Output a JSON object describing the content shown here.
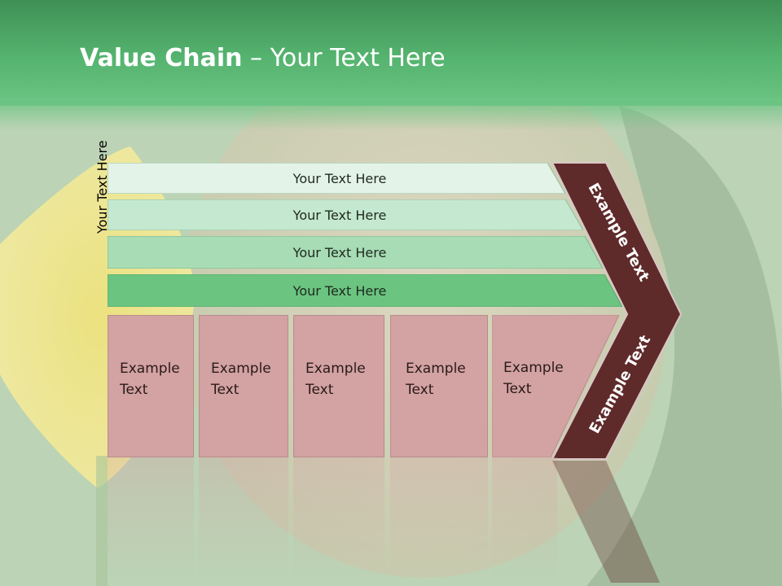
{
  "title": {
    "bold": "Value Chain",
    "rest": " – Your Text Here"
  },
  "side_label": "Your Text Here",
  "bars": [
    {
      "label": "Your Text Here",
      "color": "#e4f3e8"
    },
    {
      "label": "Your Text Here",
      "color": "#c5e8d0"
    },
    {
      "label": "Your Text Here",
      "color": "#a7dcb5"
    },
    {
      "label": "Your Text Here",
      "color": "#6bc480"
    }
  ],
  "boxes": [
    {
      "line1": "Example",
      "line2": "Text"
    },
    {
      "line1": "Example",
      "line2": "Text"
    },
    {
      "line1": "Example",
      "line2": "Text"
    },
    {
      "line1": "Example",
      "line2": "Text"
    },
    {
      "line1": "Example",
      "line2": "Text"
    }
  ],
  "chevron": {
    "top_label": "Example Text",
    "bottom_label": "Example Text",
    "color": "#5e2a2a"
  },
  "colors": {
    "header": "#55b46f",
    "box": "#d3a2a2"
  }
}
